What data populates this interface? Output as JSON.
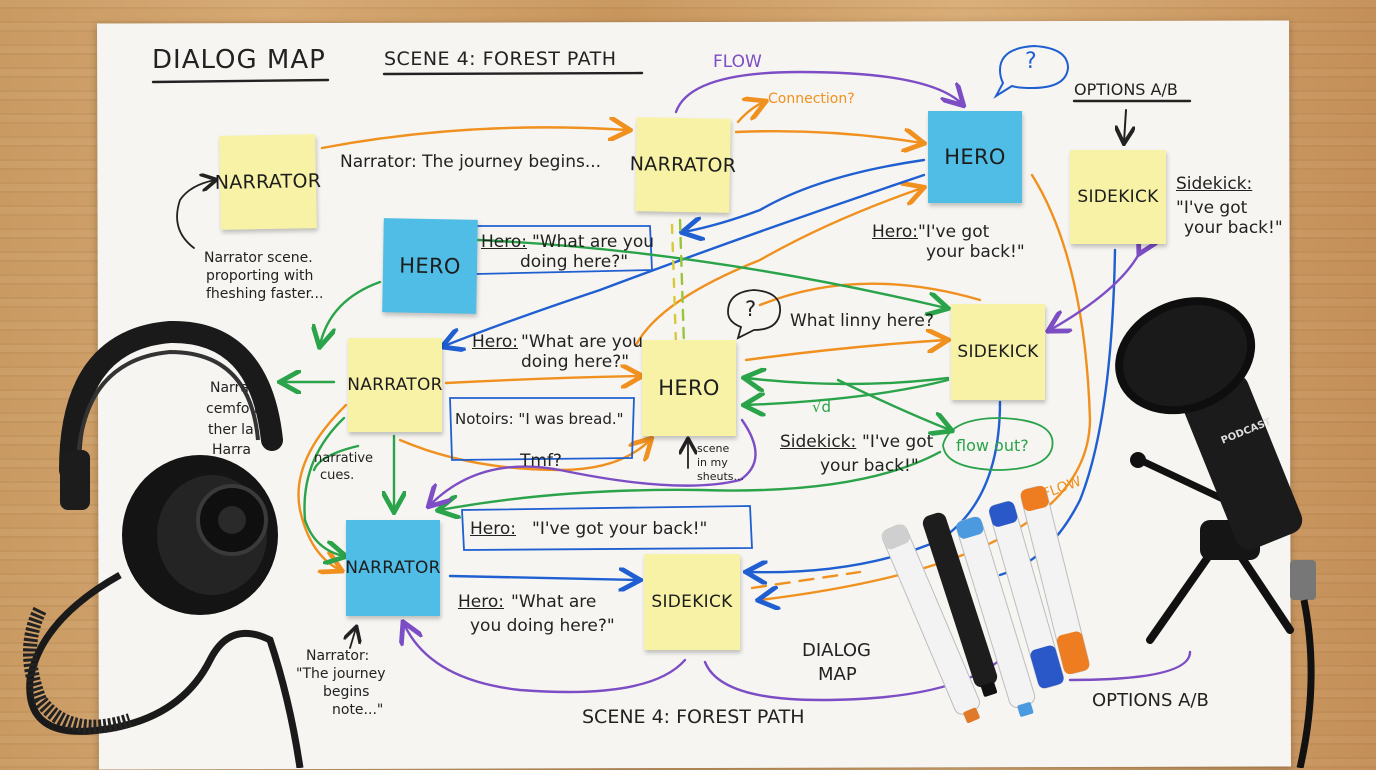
{
  "board": {
    "title": "DIALOG MAP",
    "scene": "SCENE 4: FOREST PATH",
    "flow_top": "FLOW",
    "connection": "Connection?",
    "question_mark": "?",
    "options_top": "OPTIONS A/B",
    "flow_right": "FLOW",
    "bottom_title_1": "DIALOG",
    "bottom_title_2": "MAP",
    "bottom_scene": "SCENE 4: FOREST PATH",
    "bottom_options": "OPTIONS A/B"
  },
  "notes": {
    "narrator_1": "NARRATOR",
    "narrator_2": "NARRATOR",
    "narrator_3": "NARRATOR",
    "narrator_4": "NARRATOR",
    "hero_1": "HERO",
    "hero_2": "HERO",
    "hero_3": "HERO",
    "sidekick_1": "SIDEKICK",
    "sidekick_2": "SIDEKICK",
    "sidekick_3": "SIDEKICK"
  },
  "lines": {
    "narrator_begins": "Narrator: The journey begins...",
    "narrator_scene_1": "Narrator scene.",
    "narrator_scene_2": "proporting with",
    "narrator_scene_3": "fheshing faster...",
    "hero_q1_a": "Hero:",
    "hero_q1_b": "\"What are you",
    "hero_q1_c": "doing here?\"",
    "hero_back_a": "Hero:",
    "hero_back_b": "\"I've got",
    "hero_back_c": "your back!\"",
    "sidekick_back_a": "Sidekick:",
    "sidekick_back_b": "\"I've got",
    "sidekick_back_c": "your back!\"",
    "what_linny": "What linny here?",
    "hero_q2_a": "Hero:",
    "hero_q2_b": "\"What are you",
    "hero_q2_c": "doing here?\"",
    "notoirs": "Notoirs: \"I was bread.\"",
    "tmf": "Tmf?",
    "scene_in_1": "scene",
    "scene_in_2": "in my",
    "scene_in_3": "sheuts...",
    "sidekick_mid_a": "Sidekick:",
    "sidekick_mid_b": "\"I've got",
    "sidekick_mid_c": "your back!\"",
    "flow_out": "flow out?",
    "narrative_cues_1": "narrative",
    "narrative_cues_2": "cues.",
    "narr_left_1": "Narra",
    "narr_left_2": "cemfo  ns",
    "narr_left_3": "ther la",
    "narr_left_4": "Harra",
    "hero_back_long_a": "Hero:",
    "hero_back_long_b": "\"I've got your back!\"",
    "hero_q3_a": "Hero:",
    "hero_q3_b": "\"What are",
    "hero_q3_c": "you doing here?\"",
    "narr_bottom_1": "Narrator:",
    "narr_bottom_2": "\"The journey",
    "narr_bottom_3": "begins",
    "narr_bottom_4": "note...\"",
    "sqrt_mark": "√d"
  },
  "props": {
    "mic_label": "PODCAST"
  },
  "colors": {
    "orange": "#f0901e",
    "blue": "#1f5fd1",
    "green": "#2aa34a",
    "purple": "#7c4dc4",
    "sticky_yellow": "#f7f2a6",
    "sticky_blue": "#4fbde6"
  }
}
